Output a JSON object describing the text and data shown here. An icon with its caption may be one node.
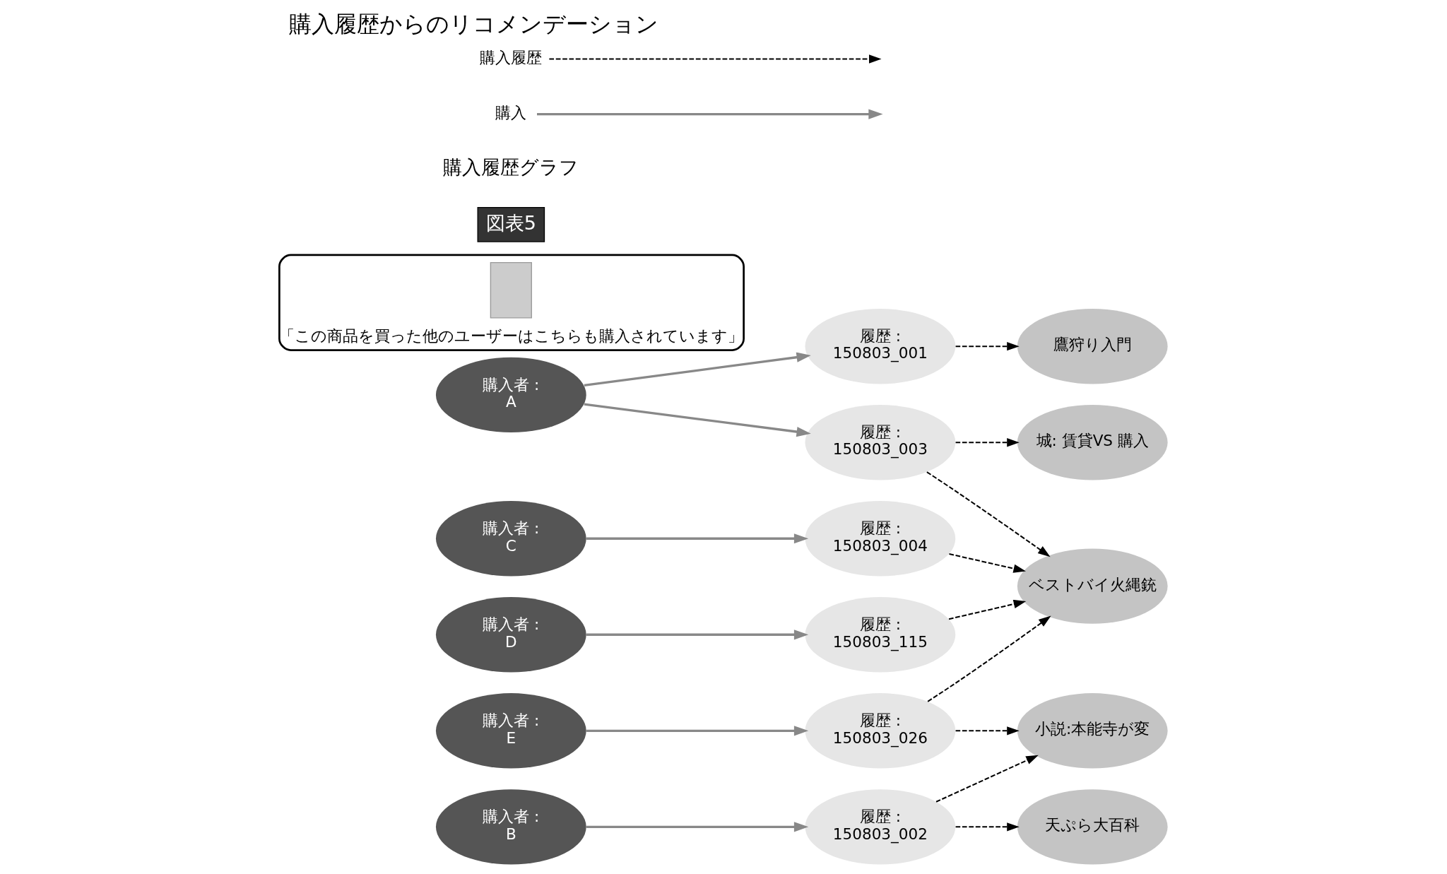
{
  "diagram": {
    "title": "購入履歴からのリコメンデーション",
    "nodes": [
      {
        "text": [
          "購入者 :",
          "A"
        ]
      },
      {
        "text": [
          "履歴 :",
          "150803_001"
        ]
      },
      {
        "text": [
          "鷹狩り入門"
        ]
      },
      {
        "text": [
          "履歴 :",
          "150803_003"
        ]
      },
      {
        "text": [
          "城: 賃貸VS 購入"
        ]
      },
      {
        "text": [
          "ベストバイ火縄銃"
        ]
      },
      {
        "text": [
          "小説:本能寺が変"
        ]
      },
      {
        "text": [
          "天ぷら大百科"
        ]
      },
      {
        "text": [
          "購入者 :",
          "B"
        ]
      },
      {
        "text": [
          "履歴 :",
          "150803_002"
        ]
      },
      {
        "text": [
          "履歴 :",
          "150803_004"
        ]
      },
      {
        "text": [
          "購入者 :",
          "C"
        ]
      },
      {
        "text": [
          "履歴 :",
          "150803_115"
        ]
      },
      {
        "text": [
          "購入者 :",
          "D"
        ]
      },
      {
        "text": [
          "履歴 :",
          "150803_026"
        ]
      },
      {
        "text": [
          "購入者 :",
          "E"
        ]
      },
      {
        "text": [
          "「この商品を買った他のユーザーはこちらも購入されています」"
        ]
      },
      {
        "text": [],
        "shape": "box",
        "in": 16
      }
    ],
    "edges": [
      {
        "from": 0,
        "to": 1,
        "arrow": "to",
        "color": "#888888"
      },
      {
        "from": 0,
        "to": 3,
        "arrow": "to",
        "color": "#888888"
      },
      {
        "from": 1,
        "to": 2,
        "arrow": "to",
        "style": "dashed"
      },
      {
        "from": 3,
        "to": 4,
        "arrow": "to",
        "style": "dashed"
      },
      {
        "from": 3,
        "to": 5,
        "arrow": "to",
        "style": "dashed"
      },
      {
        "from": 8,
        "to": 9,
        "arrow": "to",
        "color": "#888888"
      },
      {
        "from": 9,
        "to": 6,
        "arrow": "to",
        "style": "dashed"
      },
      {
        "from": 9,
        "to": 7,
        "arrow": "to",
        "style": "dashed"
      },
      {
        "from": 11,
        "to": 10,
        "arrow": "to",
        "color": "#888888"
      },
      {
        "from": 10,
        "to": 5,
        "arrow": "to",
        "style": "dashed"
      },
      {
        "from": 13,
        "to": 12,
        "arrow": "to",
        "color": "#888888"
      },
      {
        "from": 12,
        "to": 5,
        "arrow": "to",
        "style": "dashed"
      },
      {
        "from": 15,
        "to": 14,
        "arrow": "to",
        "color": "#888888"
      },
      {
        "from": 14,
        "to": 5,
        "arrow": "to",
        "style": "dashed"
      },
      {
        "from": 14,
        "to": 6,
        "arrow": "to",
        "style": "dashed"
      }
    ],
    "labels": [
      "図表5",
      "購入履歴グラフ"
    ],
    "legend": [
      {
        "text": "購入履歴"
      },
      {
        "text": "購入"
      }
    ]
  }
}
